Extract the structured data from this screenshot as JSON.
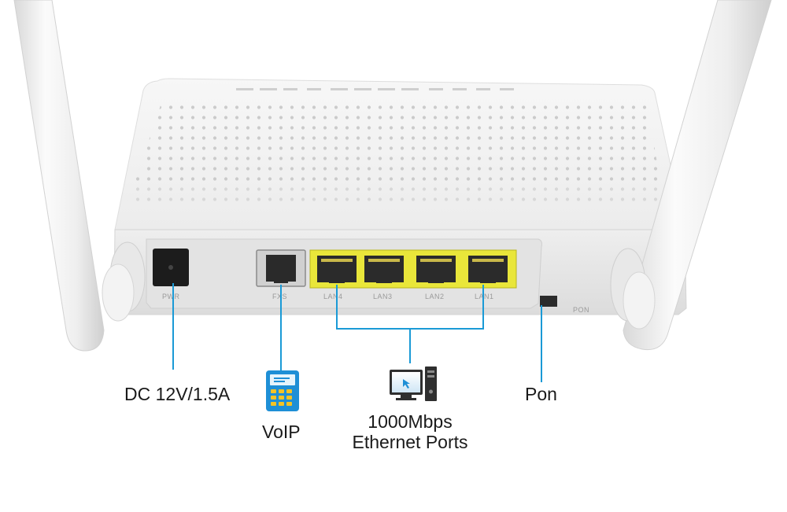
{
  "ports": {
    "pwr": "PWR",
    "fxs": "FXS",
    "lan4": "LAN4",
    "lan3": "LAN3",
    "lan2": "LAN2",
    "lan1": "LAN1",
    "pon": "PON"
  },
  "callouts": {
    "power": "DC 12V/1.5A",
    "voip": "VoIP",
    "ethernet_line1": "1000Mbps",
    "ethernet_line2": "Ethernet Ports",
    "pon": "Pon"
  },
  "colors": {
    "leader_line": "#1a9ad6",
    "lan_port": "#e9e63a",
    "device_body": "#f2f2f2",
    "phone_icon": "#1e8fd6"
  },
  "icons": [
    "phone-icon",
    "computer-icon"
  ]
}
